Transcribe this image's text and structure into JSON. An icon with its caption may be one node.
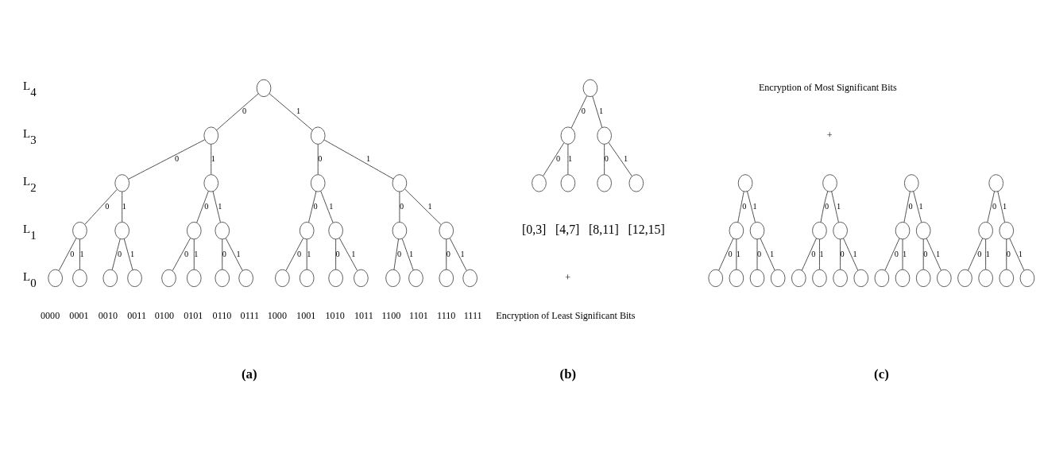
{
  "diagram": {
    "nodes": [
      {
        "text": [],
        "shape": "circle"
      },
      {
        "text": [],
        "shape": "circle"
      },
      {
        "text": [],
        "shape": "circle"
      },
      {
        "text": [],
        "shape": "circle"
      },
      {
        "text": [],
        "shape": "circle"
      },
      {
        "text": [],
        "shape": "circle"
      },
      {
        "text": [],
        "shape": "circle"
      },
      {
        "text": [],
        "shape": "circle"
      },
      {
        "text": [],
        "shape": "circle"
      },
      {
        "text": [],
        "shape": "circle"
      },
      {
        "text": [],
        "shape": "circle"
      },
      {
        "text": [],
        "shape": "circle"
      },
      {
        "text": [],
        "shape": "circle"
      },
      {
        "text": [],
        "shape": "circle"
      },
      {
        "text": [],
        "shape": "circle"
      },
      {
        "text": [],
        "shape": "circle",
        "beside": [
          "0000"
        ]
      },
      {
        "text": [],
        "shape": "circle",
        "beside": [
          "0001"
        ]
      },
      {
        "text": [],
        "shape": "circle",
        "beside": [
          "0010"
        ]
      },
      {
        "text": [],
        "shape": "circle",
        "beside": [
          "0011"
        ]
      },
      {
        "text": [],
        "shape": "circle",
        "beside": [
          "0100"
        ]
      },
      {
        "text": [],
        "shape": "circle",
        "beside": [
          "0101"
        ]
      },
      {
        "text": [],
        "shape": "circle",
        "beside": [
          "0110"
        ]
      },
      {
        "text": [],
        "shape": "circle",
        "beside": [
          "0111"
        ]
      },
      {
        "text": [],
        "shape": "circle",
        "beside": [
          "1000"
        ]
      },
      {
        "text": [],
        "shape": "circle",
        "beside": [
          "1001"
        ]
      },
      {
        "text": [],
        "shape": "circle",
        "beside": [
          "1010"
        ]
      },
      {
        "text": [],
        "shape": "circle",
        "beside": [
          "1011"
        ]
      },
      {
        "text": [],
        "shape": "circle",
        "beside": [
          "1100"
        ]
      },
      {
        "text": [],
        "shape": "circle",
        "beside": [
          "1101"
        ]
      },
      {
        "text": [],
        "shape": "circle",
        "beside": [
          "1110"
        ]
      },
      {
        "text": [],
        "shape": "circle",
        "beside": [
          "1111"
        ]
      },
      {
        "text": [],
        "shape": "circle"
      },
      {
        "text": [],
        "shape": "circle"
      },
      {
        "text": [],
        "shape": "circle"
      },
      {
        "text": [],
        "shape": "circle",
        "beside": [
          "[0,3]"
        ]
      },
      {
        "text": [],
        "shape": "circle",
        "beside": [
          "[4,7]"
        ]
      },
      {
        "text": [],
        "shape": "circle",
        "beside": [
          "[8,11]"
        ]
      },
      {
        "text": [],
        "shape": "circle",
        "beside": [
          "[12,15]"
        ]
      },
      {
        "text": [],
        "shape": "circle"
      },
      {
        "text": [],
        "shape": "circle"
      },
      {
        "text": [],
        "shape": "circle"
      },
      {
        "text": [],
        "shape": "circle"
      },
      {
        "text": [],
        "shape": "circle"
      },
      {
        "text": [],
        "shape": "circle"
      },
      {
        "text": [],
        "shape": "circle"
      },
      {
        "text": [],
        "shape": "circle"
      },
      {
        "text": [],
        "shape": "circle"
      },
      {
        "text": [],
        "shape": "circle"
      },
      {
        "text": [],
        "shape": "circle"
      },
      {
        "text": [],
        "shape": "circle"
      },
      {
        "text": [],
        "shape": "circle"
      },
      {
        "text": [],
        "shape": "circle"
      },
      {
        "text": [],
        "shape": "circle"
      },
      {
        "text": [],
        "shape": "circle"
      },
      {
        "text": [],
        "shape": "circle"
      },
      {
        "text": [],
        "shape": "circle"
      },
      {
        "text": [],
        "shape": "circle"
      },
      {
        "text": [],
        "shape": "circle"
      },
      {
        "text": [],
        "shape": "circle"
      },
      {
        "text": [],
        "shape": "circle"
      },
      {
        "text": [],
        "shape": "circle"
      },
      {
        "text": [],
        "shape": "circle"
      },
      {
        "text": [],
        "shape": "circle"
      },
      {
        "text": [],
        "shape": "circle"
      },
      {
        "text": [],
        "shape": "circle"
      },
      {
        "text": [],
        "shape": "circle"
      }
    ],
    "edges": [
      {
        "from": 0,
        "to": 1,
        "arrow": "none",
        "label": "0"
      },
      {
        "from": 0,
        "to": 2,
        "arrow": "none",
        "label": "1"
      },
      {
        "from": 1,
        "to": 3,
        "arrow": "none",
        "label": "0"
      },
      {
        "from": 1,
        "to": 4,
        "arrow": "none",
        "label": "1"
      },
      {
        "from": 2,
        "to": 5,
        "arrow": "none",
        "label": "0"
      },
      {
        "from": 2,
        "to": 6,
        "arrow": "none",
        "label": "1"
      },
      {
        "from": 3,
        "to": 7,
        "arrow": "none",
        "label": "0"
      },
      {
        "from": 3,
        "to": 8,
        "arrow": "none",
        "label": "1"
      },
      {
        "from": 4,
        "to": 9,
        "arrow": "none",
        "label": "0"
      },
      {
        "from": 4,
        "to": 10,
        "arrow": "none",
        "label": "1"
      },
      {
        "from": 5,
        "to": 11,
        "arrow": "none",
        "label": "0"
      },
      {
        "from": 5,
        "to": 12,
        "arrow": "none",
        "label": "1"
      },
      {
        "from": 6,
        "to": 13,
        "arrow": "none",
        "label": "0"
      },
      {
        "from": 6,
        "to": 14,
        "arrow": "none",
        "label": "1"
      },
      {
        "from": 7,
        "to": 15,
        "arrow": "none",
        "label": "0"
      },
      {
        "from": 7,
        "to": 16,
        "arrow": "none",
        "label": "1"
      },
      {
        "from": 8,
        "to": 17,
        "arrow": "none",
        "label": "0"
      },
      {
        "from": 8,
        "to": 18,
        "arrow": "none",
        "label": "1"
      },
      {
        "from": 9,
        "to": 19,
        "arrow": "none",
        "label": "0"
      },
      {
        "from": 9,
        "to": 20,
        "arrow": "none",
        "label": "1"
      },
      {
        "from": 10,
        "to": 21,
        "arrow": "none",
        "label": "0"
      },
      {
        "from": 10,
        "to": 22,
        "arrow": "none",
        "label": "1"
      },
      {
        "from": 11,
        "to": 23,
        "arrow": "none",
        "label": "0"
      },
      {
        "from": 11,
        "to": 24,
        "arrow": "none",
        "label": "1"
      },
      {
        "from": 12,
        "to": 25,
        "arrow": "none",
        "label": "0"
      },
      {
        "from": 12,
        "to": 26,
        "arrow": "none",
        "label": "1"
      },
      {
        "from": 13,
        "to": 27,
        "arrow": "none",
        "label": "0"
      },
      {
        "from": 13,
        "to": 28,
        "arrow": "none",
        "label": "1"
      },
      {
        "from": 14,
        "to": 29,
        "arrow": "none",
        "label": "0"
      },
      {
        "from": 14,
        "to": 30,
        "arrow": "none",
        "label": "1"
      },
      {
        "from": 31,
        "to": 32,
        "arrow": "none",
        "label": "0"
      },
      {
        "from": 31,
        "to": 33,
        "arrow": "none",
        "label": "1"
      },
      {
        "from": 32,
        "to": 34,
        "arrow": "none",
        "label": "0"
      },
      {
        "from": 32,
        "to": 35,
        "arrow": "none",
        "label": "1"
      },
      {
        "from": 33,
        "to": 36,
        "arrow": "none",
        "label": "0"
      },
      {
        "from": 33,
        "to": 37,
        "arrow": "none",
        "label": "1"
      },
      {
        "from": 38,
        "to": 39,
        "arrow": "none",
        "label": "0"
      },
      {
        "from": 38,
        "to": 40,
        "arrow": "none",
        "label": "1"
      },
      {
        "from": 39,
        "to": 41,
        "arrow": "none",
        "label": "0"
      },
      {
        "from": 39,
        "to": 42,
        "arrow": "none",
        "label": "1"
      },
      {
        "from": 40,
        "to": 43,
        "arrow": "none",
        "label": "0"
      },
      {
        "from": 40,
        "to": 44,
        "arrow": "none",
        "label": "1"
      },
      {
        "from": 45,
        "to": 46,
        "arrow": "none",
        "label": "0"
      },
      {
        "from": 45,
        "to": 47,
        "arrow": "none",
        "label": "1"
      },
      {
        "from": 46,
        "to": 48,
        "arrow": "none",
        "label": "0"
      },
      {
        "from": 46,
        "to": 49,
        "arrow": "none",
        "label": "1"
      },
      {
        "from": 47,
        "to": 50,
        "arrow": "none",
        "label": "0"
      },
      {
        "from": 47,
        "to": 51,
        "arrow": "none",
        "label": "1"
      },
      {
        "from": 52,
        "to": 53,
        "arrow": "none",
        "label": "0"
      },
      {
        "from": 52,
        "to": 54,
        "arrow": "none",
        "label": "1"
      },
      {
        "from": 53,
        "to": 55,
        "arrow": "none",
        "label": "0"
      },
      {
        "from": 53,
        "to": 56,
        "arrow": "none",
        "label": "1"
      },
      {
        "from": 54,
        "to": 57,
        "arrow": "none",
        "label": "0"
      },
      {
        "from": 54,
        "to": 58,
        "arrow": "none",
        "label": "1"
      },
      {
        "from": 59,
        "to": 60,
        "arrow": "none",
        "label": "0"
      },
      {
        "from": 59,
        "to": 61,
        "arrow": "none",
        "label": "1"
      },
      {
        "from": 60,
        "to": 62,
        "arrow": "none",
        "label": "0"
      },
      {
        "from": 60,
        "to": 63,
        "arrow": "none",
        "label": "1"
      },
      {
        "from": 61,
        "to": 64,
        "arrow": "none",
        "label": "0"
      },
      {
        "from": 61,
        "to": 65,
        "arrow": "none",
        "label": "1"
      }
    ],
    "labels": [
      "L$_{4}$",
      "L$_{3}$",
      "L$_{2}$",
      "L$_{1}$",
      "L$_{0}$",
      "Encryption of Most Significant Bits",
      "+",
      "+",
      "Encryption of Least Significant Bits",
      "(a)",
      "(b)",
      "(c)"
    ]
  }
}
